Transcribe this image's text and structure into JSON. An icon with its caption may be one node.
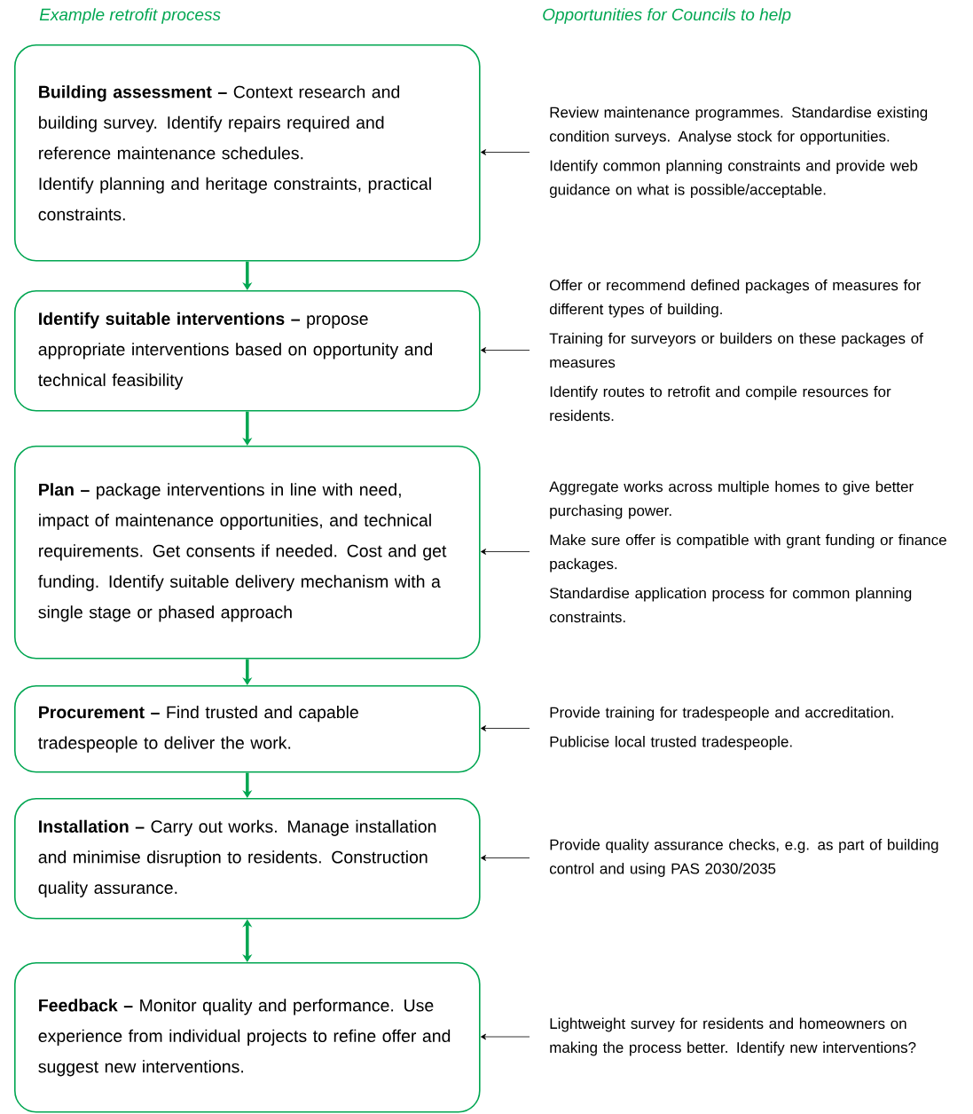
{
  "diagram": {
    "nodes": [
      {
        "text": [
          "**Building assessment –** Context research and building survey. Identify repairs required and reference maintenance schedules.",
          "Identify planning and heritage constraints, practical constraints."
        ]
      },
      {
        "text": [
          "**Identify suitable interventions –** propose appropriate interventions based on opportunity and technical feasibility"
        ]
      },
      {
        "text": [
          "**Plan –** package interventions in line with need, impact of maintenance opportunities, and technical requirements. Get consents if needed. Cost and get funding. Identify suitable delivery mechanism with a single stage or phased approach"
        ]
      },
      {
        "text": [
          "**Procurement –** Find trusted and capable tradespeople to deliver the work."
        ]
      },
      {
        "text": [
          "**Installation –** Carry out works. Manage installation and minimise disruption to residents. Construction quality assurance."
        ]
      },
      {
        "text": [
          "**Feedback –** Monitor quality and performance. Use experience from individual projects to refine offer and suggest new interventions."
        ]
      },
      {
        "text": [
          "Review maintenance programmes. Standardise existing condition surveys. Analyse stock for opportunities.",
          "Identify common planning constraints and provide web guidance on what is possible/acceptable."
        ]
      },
      {
        "text": [
          "Offer or recommend defined packages of measures for different types of building.",
          "Training for surveyors or builders on these packages of measures",
          "Identify routes to retrofit and compile resources for residents."
        ]
      },
      {
        "text": [
          "Aggregate works across multiple homes to give better purchasing power.",
          "Make sure offer is compatible with grant funding or finance packages.",
          "Standardise application process for common planning constraints."
        ]
      },
      {
        "text": [
          "Provide training for tradespeople and accreditation.",
          "Publicise local trusted tradespeople."
        ]
      },
      {
        "text": [
          "Provide quality assurance checks, e.g. as part of building control and using PAS 2030/2035"
        ]
      },
      {
        "text": [
          "Lightweight survey for residents and homeowners on making the process better. Identify new interventions?"
        ]
      }
    ],
    "edges": [
      {
        "from": 0,
        "to": 1,
        "arrow": "to",
        "style": "thick",
        "color": "#00a651"
      },
      {
        "from": 1,
        "to": 2,
        "arrow": "to",
        "style": "thick",
        "color": "#00a651"
      },
      {
        "from": 2,
        "to": 3,
        "arrow": "to",
        "style": "thick",
        "color": "#00a651"
      },
      {
        "from": 3,
        "to": 4,
        "arrow": "to",
        "style": "thick",
        "color": "#00a651"
      },
      {
        "from": 4,
        "to": 5,
        "arrow": "both",
        "style": "thick",
        "color": "#00a651"
      },
      {
        "from": 6,
        "to": 0,
        "arrow": "to"
      },
      {
        "from": 7,
        "to": 1,
        "arrow": "to"
      },
      {
        "from": 8,
        "to": 2,
        "arrow": "to"
      },
      {
        "from": 9,
        "to": 3,
        "arrow": "to"
      },
      {
        "from": 10,
        "to": 4,
        "arrow": "to"
      },
      {
        "from": 11,
        "to": 5,
        "arrow": "to"
      }
    ],
    "labels": [
      "Example retrofit process",
      "Opportunities for Councils to help"
    ]
  }
}
